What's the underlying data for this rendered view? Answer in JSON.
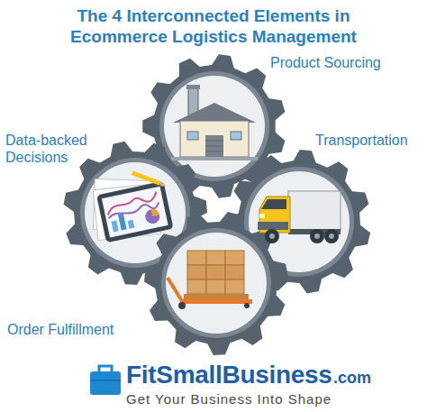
{
  "diagram": {
    "title": "The 4 Interconnected Elements in Ecommerce Logistics Management",
    "nodes": [
      {
        "text": [
          "Product Sourcing"
        ]
      },
      {
        "text": [
          "Data-backed Decisions"
        ]
      },
      {
        "text": [
          "Transportation"
        ]
      },
      {
        "text": [
          "Order Fulfillment"
        ]
      }
    ],
    "labels": [
      "FitSmallBusiness",
      ".com",
      "Get Your Business Into Shape"
    ]
  }
}
